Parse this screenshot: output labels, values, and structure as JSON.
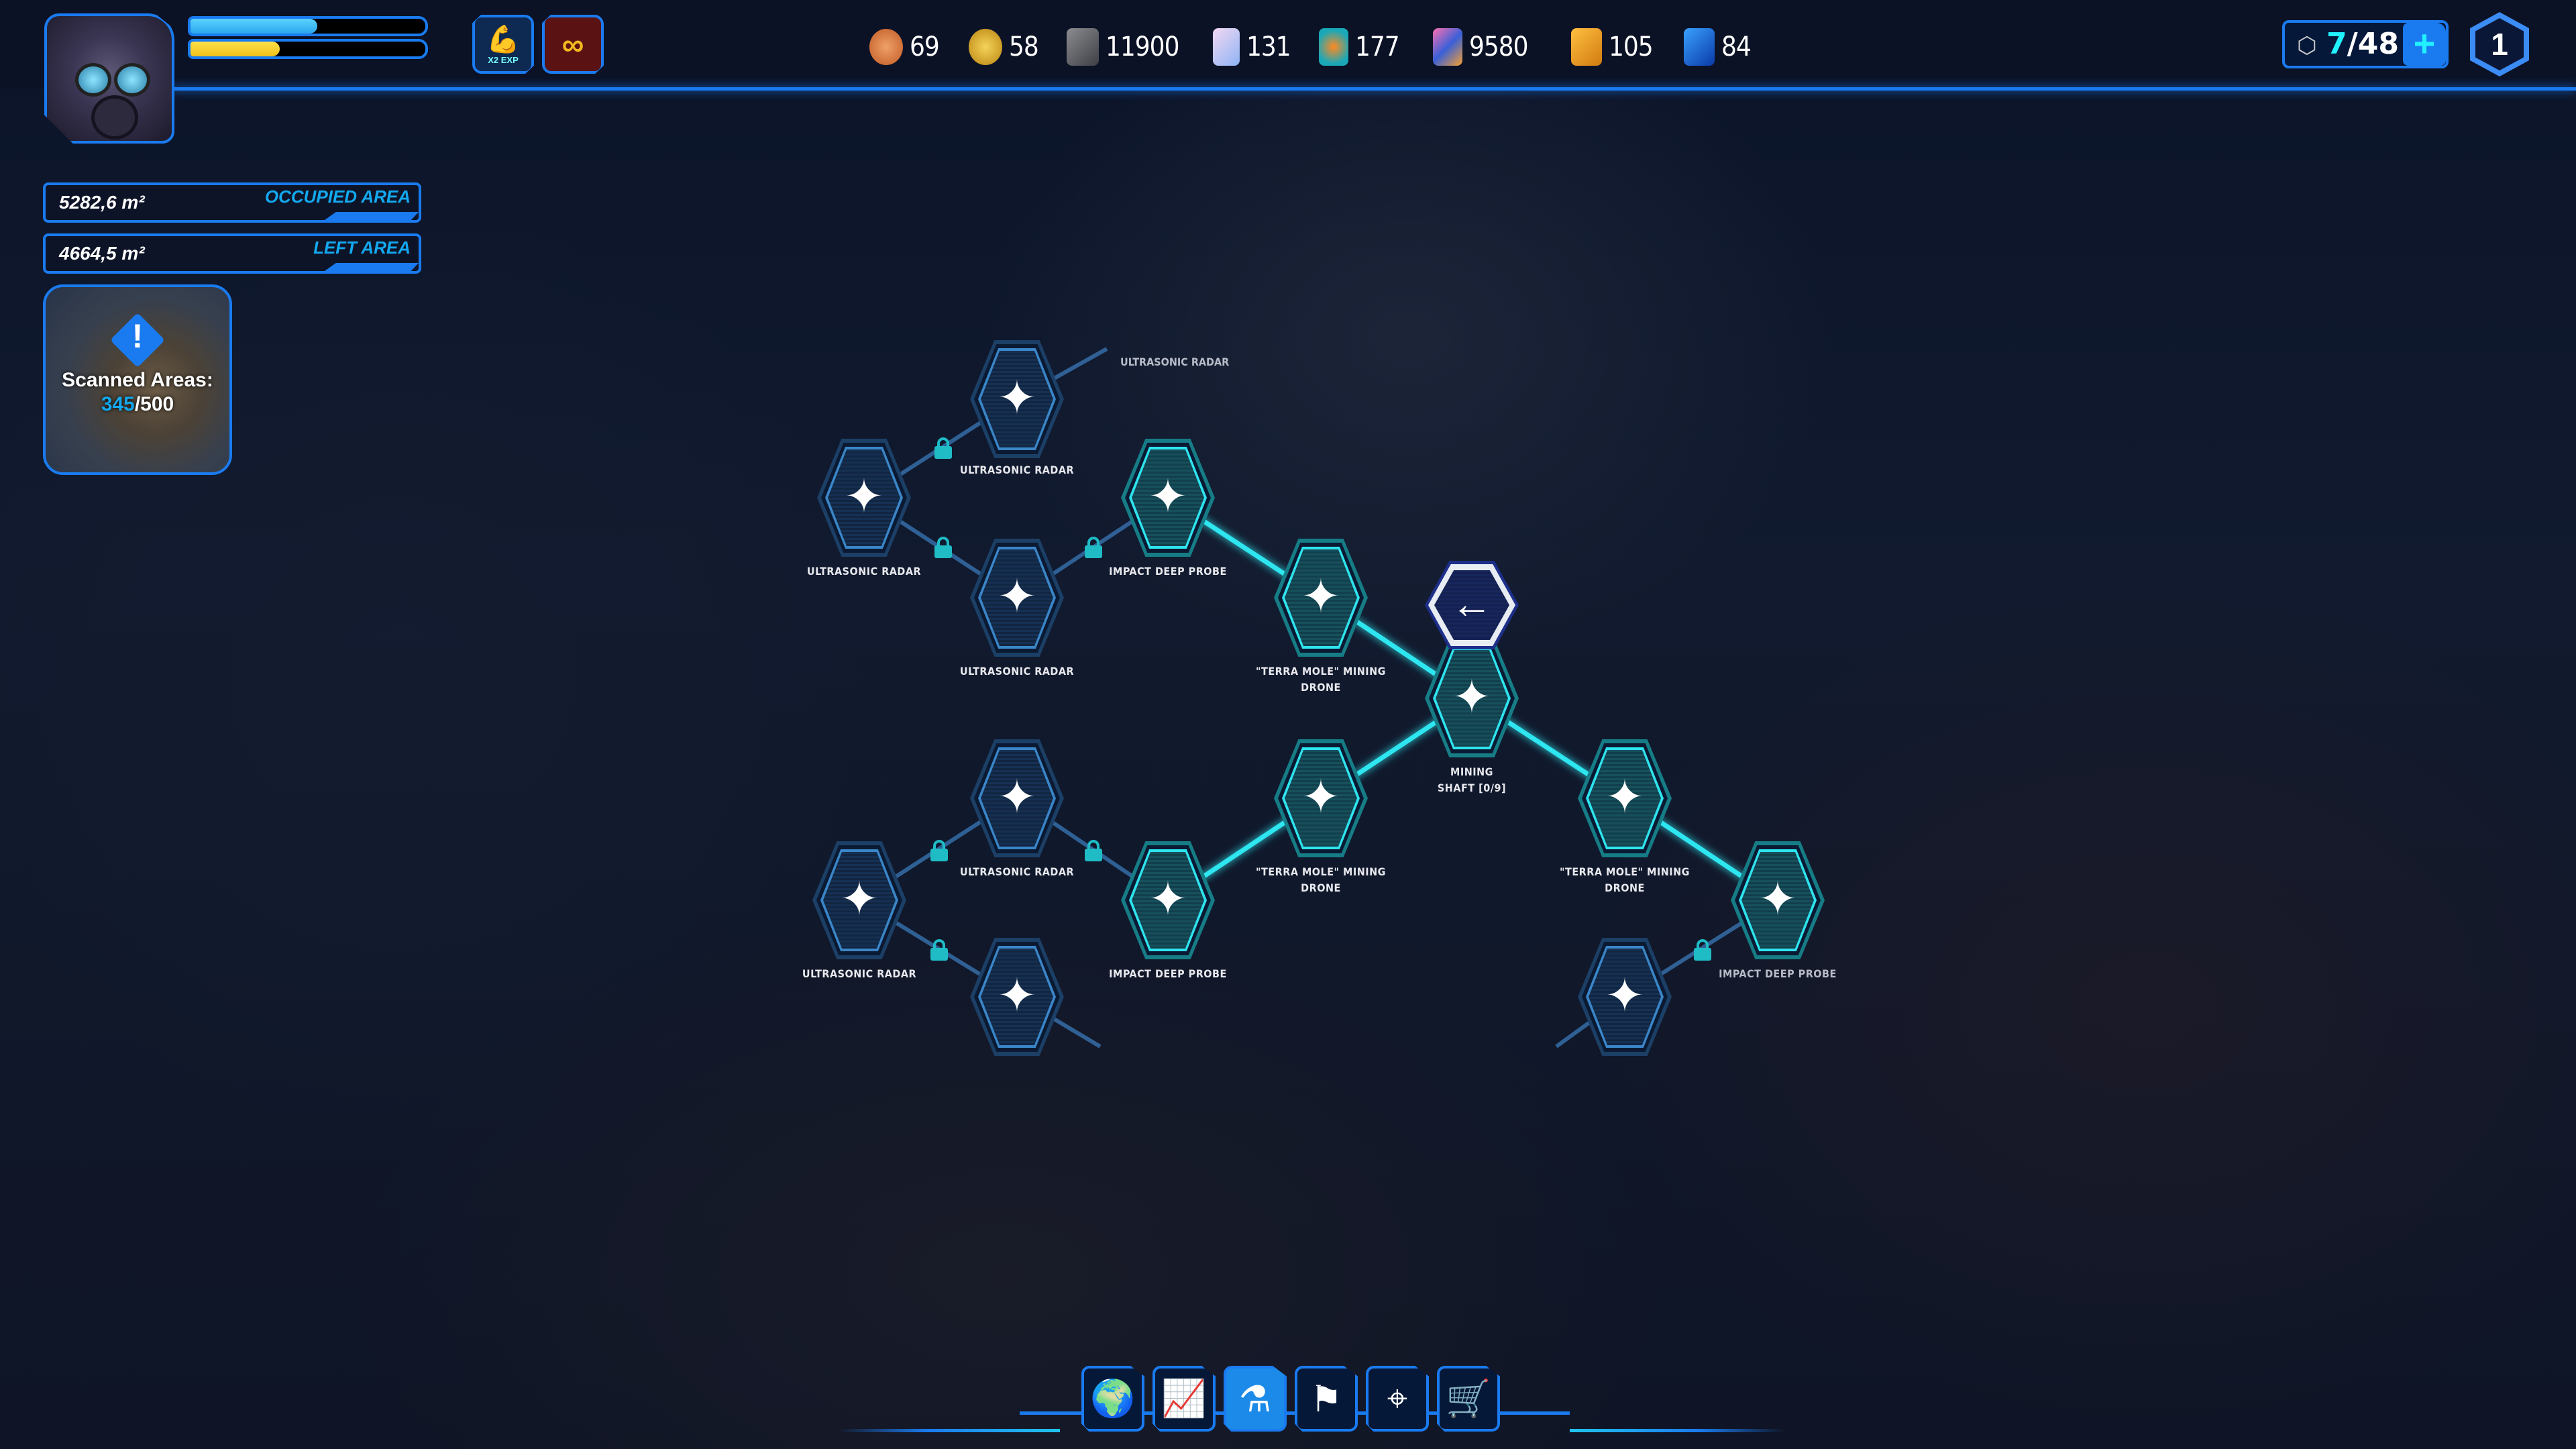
{
  "player": {
    "avatar": "gas-mask-soldier-portrait",
    "health_bar_pct": 54,
    "health_bar_color": "#2bb8f5",
    "exp_bar_pct": 38,
    "exp_bar_color": "#ffd62a"
  },
  "buffs": [
    {
      "icon": "muscle-arm-icon",
      "label": "X2 EXP"
    },
    {
      "icon": "infinite-ammo-icon",
      "label": ""
    }
  ],
  "resources": [
    {
      "icon": "bronze-coin-icon",
      "value": "69",
      "color": "#d5783a"
    },
    {
      "icon": "gold-spiral-coin-icon",
      "value": "58",
      "color": "#d9a622"
    },
    {
      "icon": "stone-block-icon",
      "value": "11900",
      "color": "#6a6c70"
    },
    {
      "icon": "ice-crystal-icon",
      "value": "131",
      "color": "#b8c8f5"
    },
    {
      "icon": "fire-crystal-icon",
      "value": "177",
      "color": "#35c8d0"
    },
    {
      "icon": "rainbow-crystal-icon",
      "value": "9580",
      "color": "#e060a0"
    },
    {
      "icon": "amber-block-icon",
      "value": "105",
      "color": "#f0a025"
    },
    {
      "icon": "blue-cube-icon",
      "value": "84",
      "color": "#1a66d8"
    }
  ],
  "slots": {
    "current": "7",
    "separator": "/",
    "max": "48",
    "add_label": "+"
  },
  "level": "1",
  "areas": [
    {
      "value": "5282,6 m²",
      "label": "OCCUPIED AREA"
    },
    {
      "value": "4664,5 m²",
      "label": "LEFT AREA"
    }
  ],
  "scanned": {
    "title": "Scanned Areas:",
    "current": "345",
    "total": "/500",
    "warning_icon": "!"
  },
  "tree": {
    "back_icon": "←",
    "star_icon": "✦",
    "nodes": [
      {
        "id": "A",
        "label": "ULTRASONIC RADAR",
        "state": "locked"
      },
      {
        "id": "B",
        "label": "ULTRASONIC RADAR",
        "state": "locked"
      },
      {
        "id": "C",
        "label": "IMPACT DEEP PROBE",
        "state": "active"
      },
      {
        "id": "D",
        "label": "ULTRASONIC RADAR",
        "state": "locked"
      },
      {
        "id": "E",
        "label": "\"TERRA MOLE\" MINING DRONE",
        "state": "active"
      },
      {
        "id": "F",
        "label": "MINING SHAFT [0/9]",
        "state": "active"
      },
      {
        "id": "G",
        "label": "ULTRASONIC RADAR",
        "state": "locked"
      },
      {
        "id": "H",
        "label": "\"TERRA MOLE\" MINING DRONE",
        "state": "active"
      },
      {
        "id": "I",
        "label": "\"TERRA MOLE\" MINING DRONE",
        "state": "active"
      },
      {
        "id": "J",
        "label": "ULTRASONIC RADAR",
        "state": "locked"
      },
      {
        "id": "K",
        "label": "IMPACT DEEP PROBE",
        "state": "active"
      },
      {
        "id": "L",
        "label": "IMPACT DEEP PROBE",
        "state": "active"
      },
      {
        "id": "M",
        "label": "",
        "state": "locked"
      },
      {
        "id": "N",
        "label": "",
        "state": "locked"
      }
    ],
    "offscreen_label": "ULTRASONIC RADAR"
  },
  "bottom_nav": [
    {
      "icon": "globe-icon",
      "glyph": "🌍",
      "selected": false
    },
    {
      "icon": "chart-icon",
      "glyph": "📈",
      "selected": false
    },
    {
      "icon": "flask-icon",
      "glyph": "⚗",
      "selected": true
    },
    {
      "icon": "flag-icon",
      "glyph": "⚑",
      "selected": false
    },
    {
      "icon": "crosshair-icon",
      "glyph": "⌖",
      "selected": false
    },
    {
      "icon": "cart-icon",
      "glyph": "🛒",
      "selected": false
    }
  ]
}
